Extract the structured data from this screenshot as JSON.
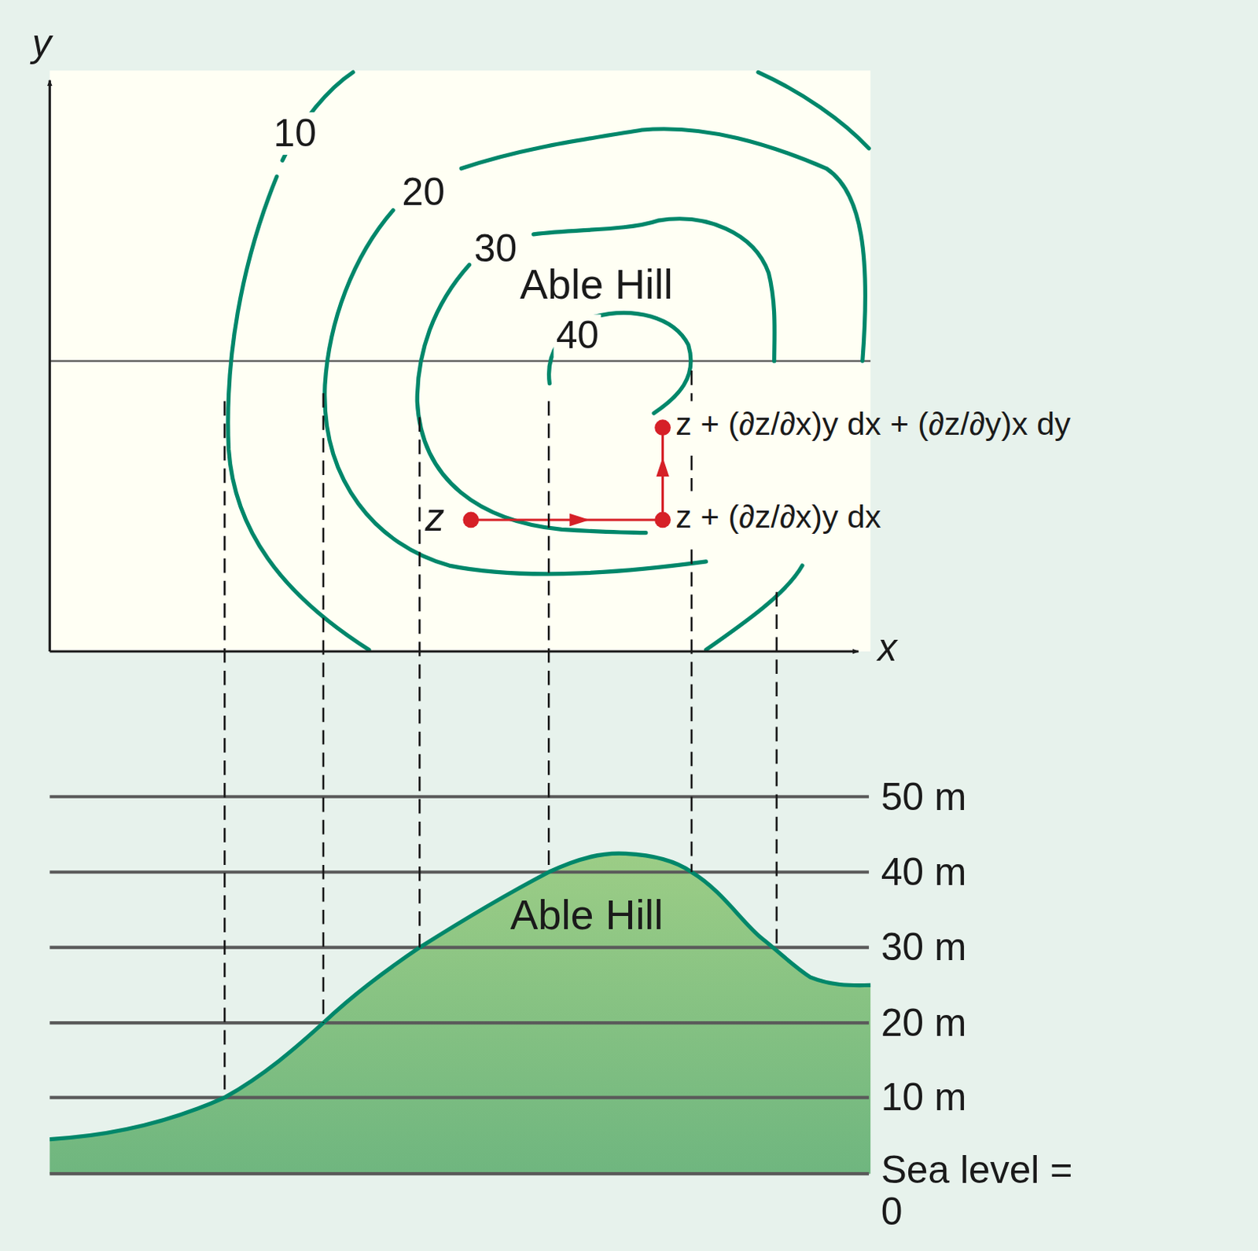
{
  "diagram": {
    "labels": [
      "y",
      "x",
      "10",
      "20",
      "30",
      "Able Hill",
      "40",
      "z",
      "z + (∂z/∂x)y dx + (∂z/∂y)x dy",
      "z + (∂z/∂x)y dx",
      "50 m",
      "40 m",
      "30 m",
      "20 m",
      "10 m",
      "Sea level = 0",
      "Able Hill"
    ]
  }
}
